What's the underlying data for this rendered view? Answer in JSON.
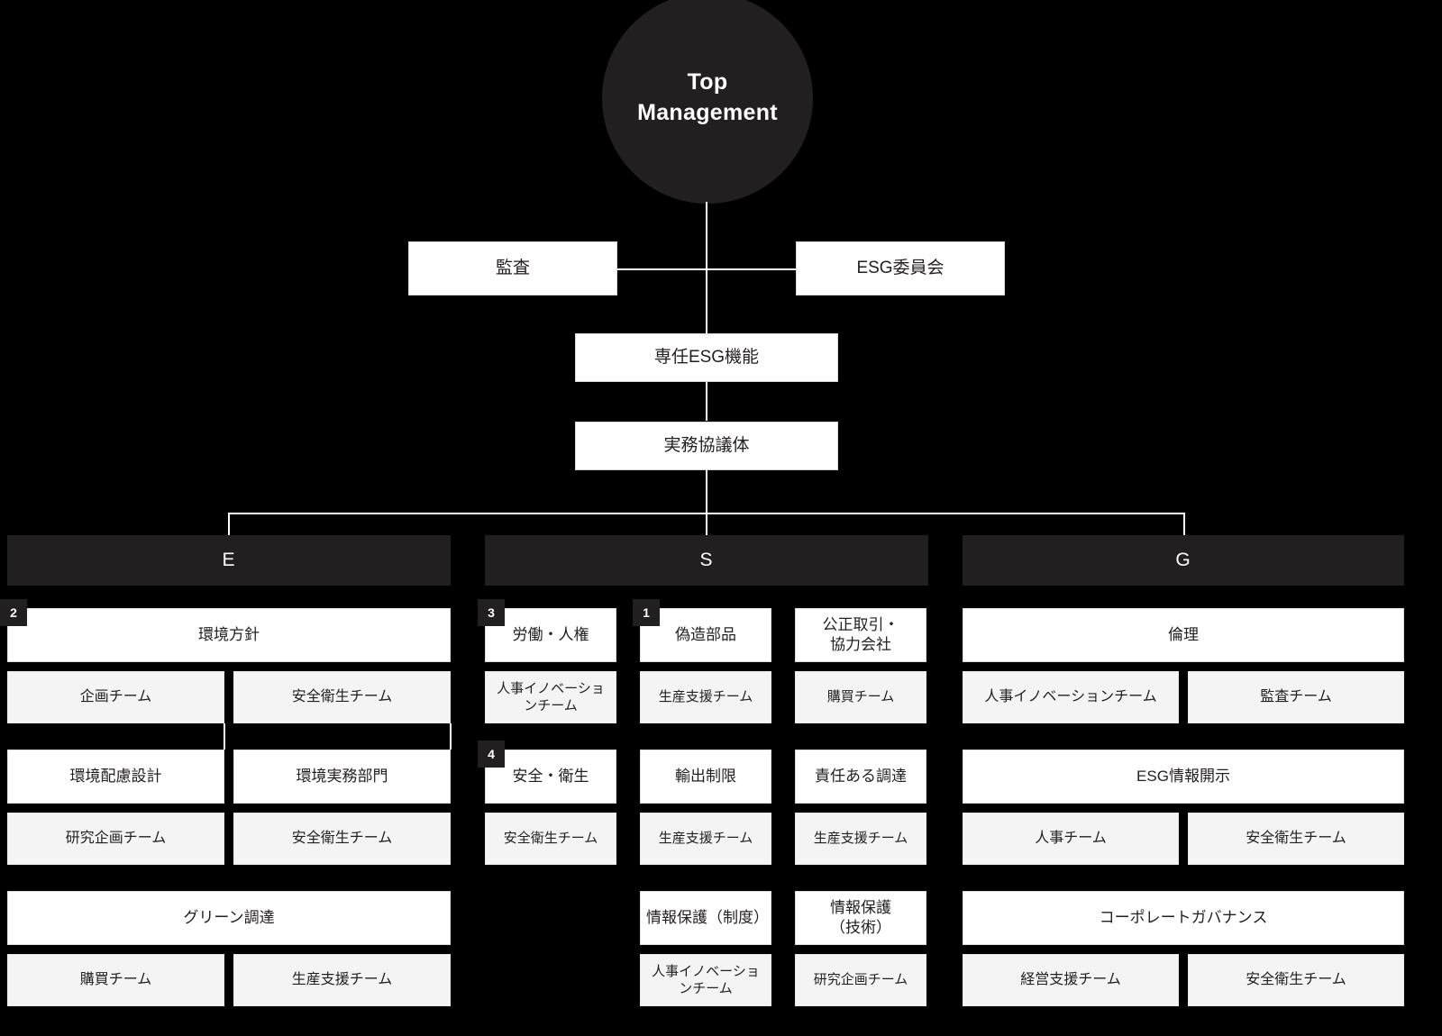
{
  "top": {
    "label": "Top\nManagement"
  },
  "tree": {
    "audit": "監査",
    "esg_committee": "ESG委員会",
    "dedicated_function": "専任ESG機能",
    "working_body": "実務協議体"
  },
  "columns": [
    {
      "key": "E",
      "header": "E",
      "groups": [
        {
          "badge": "2",
          "rows": [
            {
              "type": "topic",
              "span": 2,
              "cells": [
                "環境方針"
              ]
            },
            {
              "type": "team",
              "span": 1,
              "cells": [
                "企画チーム",
                "安全衛生チーム"
              ]
            },
            {
              "type": "topic",
              "span": 1,
              "cells": [
                "環境配慮設計",
                "環境実務部門"
              ]
            },
            {
              "type": "team",
              "span": 1,
              "cells": [
                "研究企画チーム",
                "安全衛生チーム"
              ]
            }
          ]
        },
        {
          "badge": null,
          "rows": [
            {
              "type": "topic",
              "span": 2,
              "cells": [
                "グリーン調達"
              ]
            },
            {
              "type": "team",
              "span": 1,
              "cells": [
                "購買チーム",
                "生産支援チーム"
              ]
            }
          ]
        }
      ]
    },
    {
      "key": "S",
      "header": "S",
      "sub": [
        {
          "badges": {
            "r0": "3",
            "r2": "4"
          },
          "rows": [
            {
              "type": "topic",
              "label": "労働・人権"
            },
            {
              "type": "team",
              "label": "人事イノベーションチーム"
            },
            {
              "type": "topic",
              "label": "安全・衛生"
            },
            {
              "type": "team",
              "label": "安全衛生チーム"
            },
            {
              "type": "empty",
              "label": ""
            },
            {
              "type": "empty",
              "label": ""
            }
          ]
        },
        {
          "badges": {
            "r0": "1"
          },
          "rows": [
            {
              "type": "topic",
              "label": "偽造部品"
            },
            {
              "type": "team",
              "label": "生産支援チーム"
            },
            {
              "type": "topic",
              "label": "輸出制限"
            },
            {
              "type": "team",
              "label": "生産支援チーム"
            },
            {
              "type": "topic",
              "label": "情報保護（制度）"
            },
            {
              "type": "team",
              "label": "人事イノベーションチーム"
            }
          ]
        },
        {
          "badges": {},
          "rows": [
            {
              "type": "topic",
              "label": "公正取引・\n協力会社"
            },
            {
              "type": "team",
              "label": "購買チーム"
            },
            {
              "type": "topic",
              "label": "責任ある調達"
            },
            {
              "type": "team",
              "label": "生産支援チーム"
            },
            {
              "type": "topic",
              "label": "情報保護\n（技術）"
            },
            {
              "type": "team",
              "label": "研究企画チーム"
            }
          ]
        }
      ]
    },
    {
      "key": "G",
      "header": "G",
      "groups": [
        {
          "badge": null,
          "rows": [
            {
              "type": "topic",
              "span": 2,
              "cells": [
                "倫理"
              ]
            },
            {
              "type": "team",
              "span": 1,
              "cells": [
                "人事イノベーションチーム",
                "監査チーム"
              ]
            },
            {
              "type": "topic",
              "span": 2,
              "cells": [
                "ESG情報開示"
              ]
            },
            {
              "type": "team",
              "span": 1,
              "cells": [
                "人事チーム",
                "安全衛生チーム"
              ]
            }
          ]
        },
        {
          "badge": null,
          "rows": [
            {
              "type": "topic",
              "span": 2,
              "cells": [
                "コーポレートガバナンス"
              ]
            },
            {
              "type": "team",
              "span": 1,
              "cells": [
                "経営支援チーム",
                "安全衛生チーム"
              ]
            }
          ]
        }
      ]
    }
  ],
  "colors": {
    "background": "#000000",
    "dark": "#221F20",
    "topic_bg": "#FFFFFF",
    "team_bg": "#F4F4F4",
    "text_dark": "#231F20",
    "line": "#FFFFFF"
  }
}
